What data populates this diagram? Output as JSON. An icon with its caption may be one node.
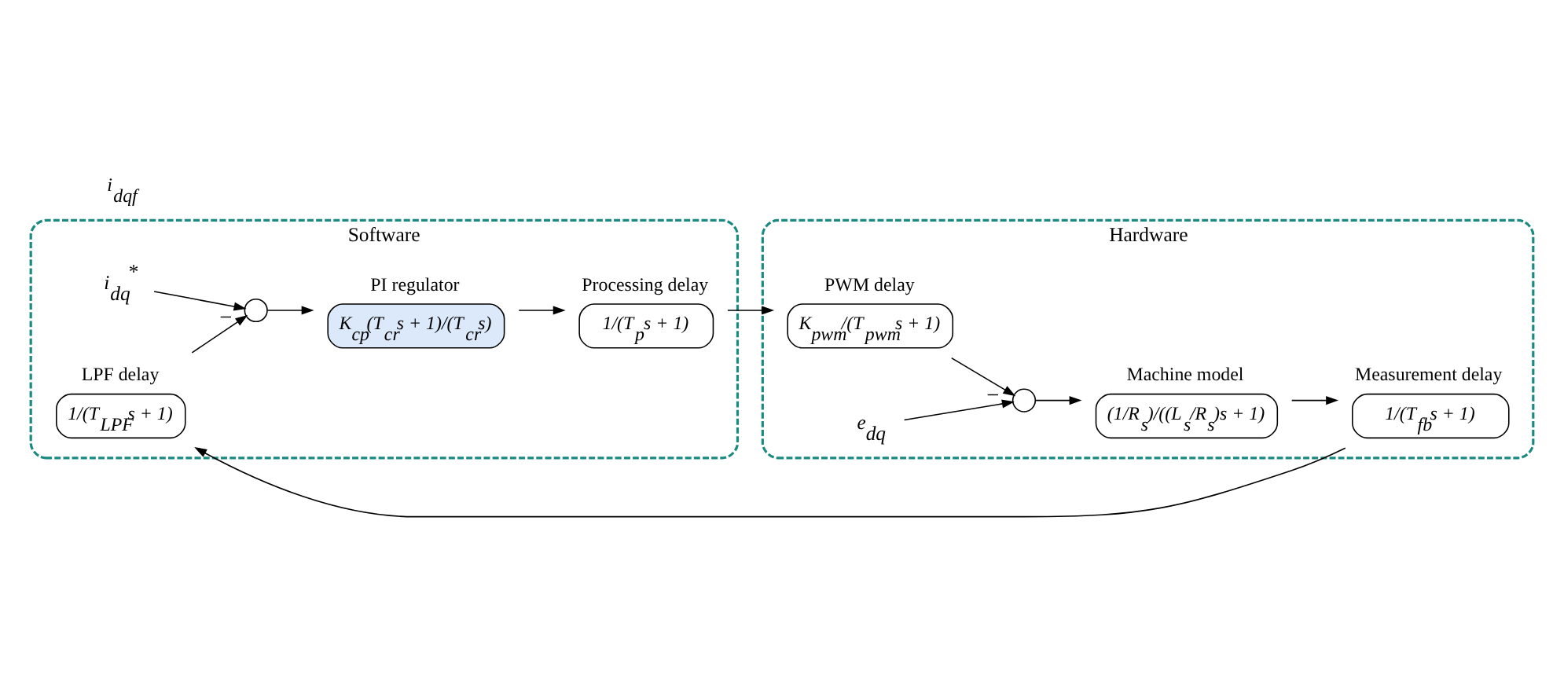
{
  "diagram": {
    "nodes": [
      {
        "text": [
          "Software"
        ]
      },
      {
        "text": [
          "Hardware"
        ]
      },
      {
        "text": [
          "i$_{dq}$$^{*}$"
        ],
        "in": 0
      },
      {
        "text": [],
        "shape": "circle",
        "in": 0
      },
      {
        "text": [
          "PI regulator",
          "K$_{cp}$(T$_{cr}$s + 1)/(T$_{cr}$s)"
        ],
        "in": 0
      },
      {
        "text": [
          "Processing delay",
          "1/(T$_{p}$s + 1)"
        ],
        "in": 0
      },
      {
        "text": [
          "LPF delay",
          "1/(T$_{LPF}$s + 1)"
        ],
        "in": 0
      },
      {
        "text": [
          "PWM delay",
          "K$_{pwm}$/(T$_{pwm}$s + 1)"
        ],
        "in": 1
      },
      {
        "text": [],
        "shape": "circle",
        "in": 1
      },
      {
        "text": [
          "e$_{dq}$"
        ],
        "in": 1
      },
      {
        "text": [
          "Machine model",
          "(1/R$_{s}$)/((L$_{s}$/R$_{s}$)s + 1)"
        ],
        "in": 1
      },
      {
        "text": [
          "Measurement delay",
          "1/(T$_{fb}$s + 1)"
        ],
        "in": 1
      }
    ],
    "edges": [
      {
        "from": 2,
        "to": 3,
        "arrow": "to"
      },
      {
        "from": 3,
        "to": 4,
        "arrow": "to"
      },
      {
        "from": 4,
        "to": 5,
        "arrow": "to"
      },
      {
        "from": 5,
        "to": 7,
        "arrow": "to"
      },
      {
        "from": 7,
        "to": 8,
        "arrow": "to"
      },
      {
        "from": 9,
        "to": 8,
        "arrow": "to",
        "label": "−"
      },
      {
        "from": 8,
        "to": 10,
        "arrow": "to"
      },
      {
        "from": 10,
        "to": 11,
        "arrow": "to"
      },
      {
        "from": 11,
        "to": 6,
        "arrow": "to"
      },
      {
        "from": 6,
        "to": 3,
        "arrow": "to",
        "label": "−"
      }
    ],
    "labels": [
      "i$_{dqf}$"
    ]
  }
}
